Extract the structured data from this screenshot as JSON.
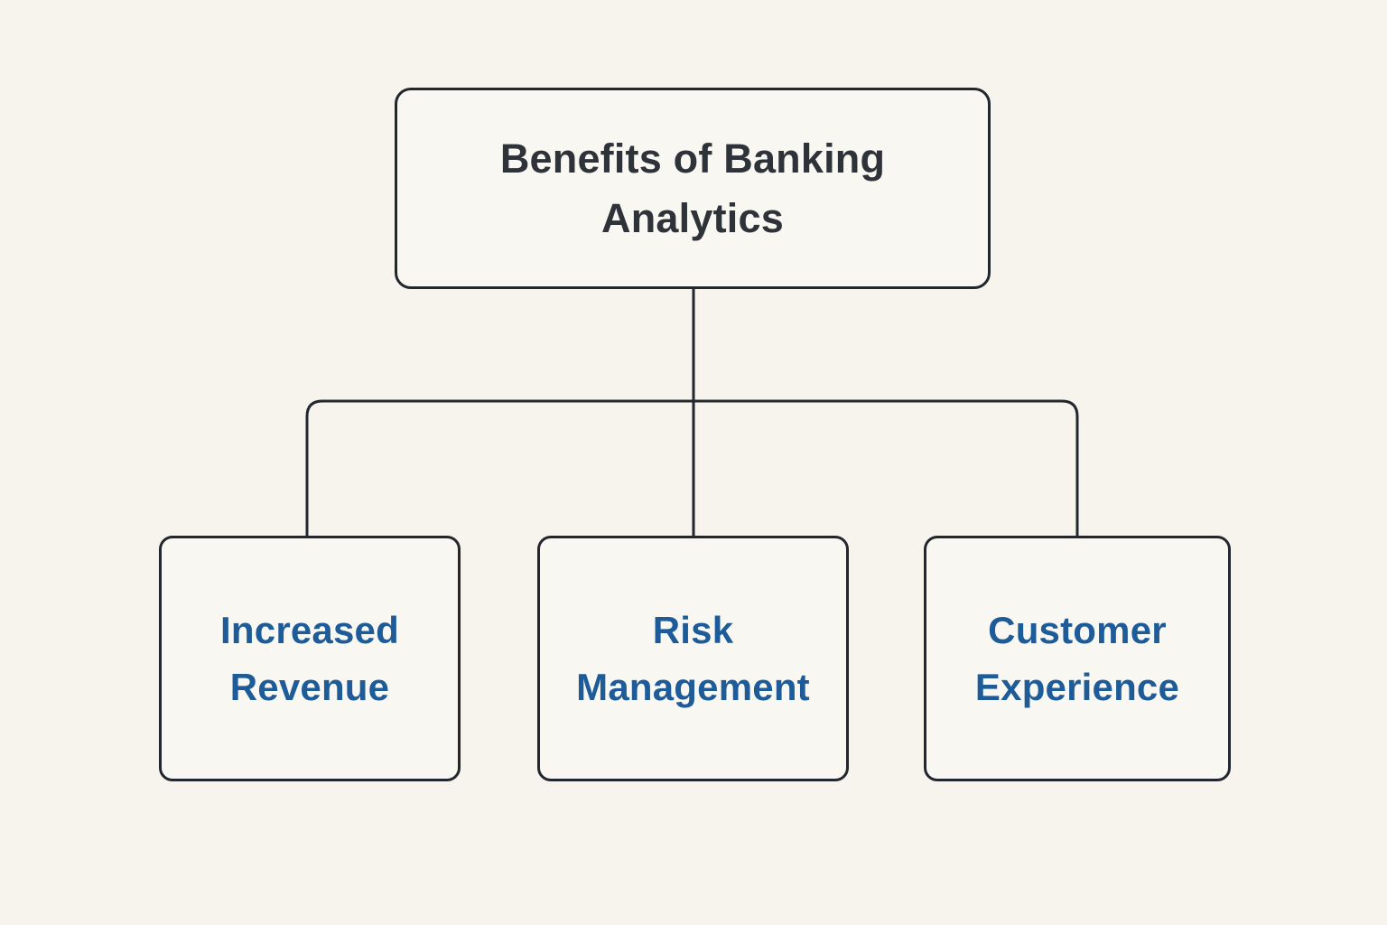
{
  "diagram": {
    "title": "Benefits of Banking Analytics",
    "colors": {
      "background": "#f7f4ed",
      "node_fill": "#f9f7f1",
      "border": "#22262e",
      "root_text": "#2e3239",
      "child_text": "#1e5b99"
    },
    "root": {
      "label": "Benefits of Banking Analytics"
    },
    "children": [
      {
        "label": "Increased Revenue"
      },
      {
        "label": "Risk Management"
      },
      {
        "label": "Customer Experience"
      }
    ]
  }
}
